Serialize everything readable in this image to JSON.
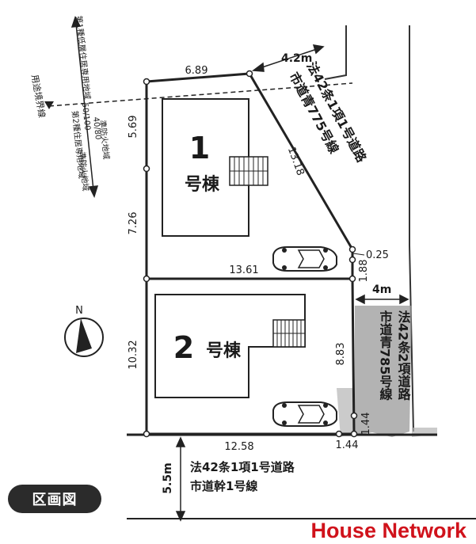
{
  "lots": {
    "lot1": {
      "number": "1",
      "label": "号棟"
    },
    "lot2": {
      "number": "2",
      "label": "号棟"
    }
  },
  "dimensions": {
    "top": "6.89",
    "diag": "13.18",
    "left1_upper": "5.69",
    "left1_lower": "7.26",
    "mid": "13.61",
    "left2": "10.32",
    "bottom": "12.58",
    "right_a": "0.25",
    "right_b": "1.88",
    "right_c": "8.83",
    "right_d": "1.44",
    "bottom_right": "1.44"
  },
  "roads": {
    "ne_width": "4.2m",
    "ne_line1": "法42条1項1号道路",
    "ne_line2": "市道青775号線",
    "east_width": "4m",
    "east_line1": "法42条2項道路",
    "east_line2": "市道青785号線",
    "south_width": "5.5m",
    "south_line1": "法42条1項1号道路",
    "south_line2": "市道幹1号線"
  },
  "zoning": {
    "boundary": "用途境界線",
    "upper_zone": "第1種低層住居専用地域",
    "upper_ratio": "40/80",
    "upper_fire": "準防火地域",
    "lower_zone": "第2種住居専用地域",
    "lower_ratio": "50/100",
    "lower_fire": "準防火地域"
  },
  "compass": {
    "north": "N"
  },
  "badge": "区画図",
  "brand": "House Network"
}
